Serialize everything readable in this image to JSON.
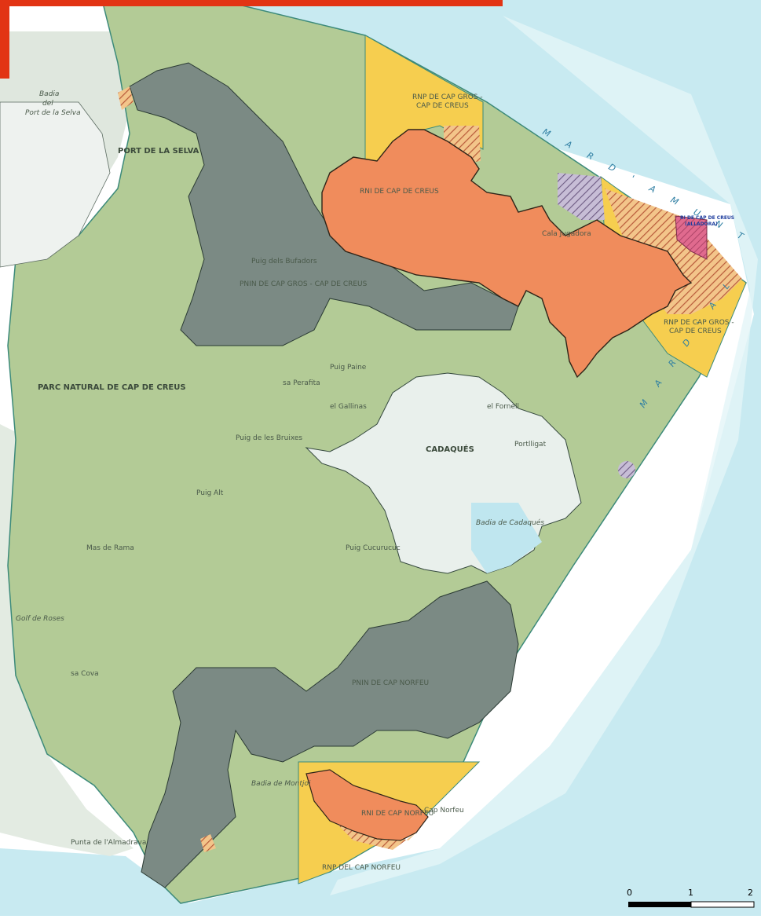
{
  "colors": {
    "sea": "#c8eaf1",
    "sea_light": "#e6f6f8",
    "park_green": "#b3cb96",
    "reserve_grey": "#7b8a84",
    "orange": "#f08c5c",
    "yellow": "#f6ce4f",
    "lilac": "#b5a8c8",
    "pink": "#e06a8e",
    "town": "#e9f0ec",
    "banner_red": "#e23414"
  },
  "labels": {
    "park_name": "PARC NATURAL DE CAP DE CREUS",
    "town_cadaques": "CADAQUÉS",
    "town_port_selva": "PORT DE LA SELVA",
    "portlligat": "Portlligat",
    "sea_line1": "M A R   D ' A M U N T",
    "sea_line2": "M A R   D ' A L",
    "rnp_cap_gros_creus_top_1": "RNP DE CAP GROS -",
    "rnp_cap_gros_creus_top_2": "CAP DE CREUS",
    "rnp_cap_creus": "RNI DE CAP DE CREUS",
    "rnp_cap_gros_creus_mid": "PNIN DE CAP GROS - CAP DE CREUS",
    "rnp_cap_gros_1": "RNP DE CAP GROS -",
    "rnp_cap_gros_2": "CAP DE CREUS",
    "rni_cap_creus_pink_1": "RI DE CAP DE CREUS",
    "rni_cap_creus_pink_2": "(ALLADORA)",
    "pnin_cap_norfeu": "PNIN DE CAP NORFEU",
    "rni_cap_norfeu": "RNI DE CAP NORFEU",
    "rnp_cap_norfeu": "RNP DEL CAP NORFEU",
    "badia_selva_1": "Badia",
    "badia_selva_2": "del",
    "badia_selva_3": "Port de la Selva",
    "badia_cadaques": "Badia de Cadaqués",
    "golf_roses": "Golf de Roses",
    "cap_norfeu": "Cap Norfeu",
    "badia_montjoi": "Badia de Montjoi",
    "cala_jugadora": "Cala Jugadora",
    "punta_almadrava": "Punta de l'Almadrava",
    "puig_bufadors": "Puig dels Bufadors",
    "puig_paine": "Puig Paine",
    "el_gallinas": "el Gallinas",
    "sa_perafita": "sa Perafita",
    "puig_alt": "Puig Alt",
    "mas_de_rama": "Mas de Rama",
    "puig_de_les_bruixes": "Puig de les Bruixes",
    "sa_cova": "sa Cova",
    "el_fornell": "el Fornell",
    "puig_cucurucuc": "Puig Cucurucuc"
  },
  "scale": {
    "tick_0": "0",
    "tick_1": "1",
    "tick_2": "2"
  }
}
